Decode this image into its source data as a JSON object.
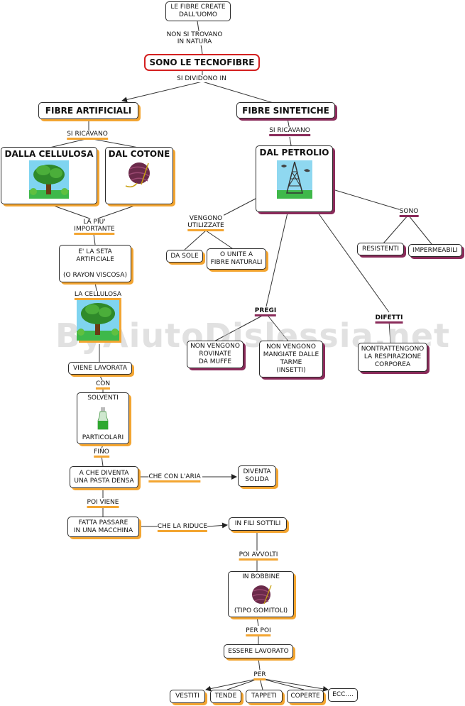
{
  "watermark": "ByAiutoDislessia.net",
  "nodes": {
    "fibre_create": [
      "LE FIBRE CREATE",
      "DALL'UOMO"
    ],
    "tecnofibre": "SONO LE TECNOFIBRE",
    "artificiali": "FIBRE ARTIFICIALI",
    "sintetiche": "FIBRE SINTETICHE",
    "cellulosa": "DALLA CELLULOSA",
    "cotone": "DAL COTONE",
    "petrolio": "DAL PETROLIO",
    "seta": [
      "E' LA SETA",
      "ARTIFICIALE",
      "",
      "(O RAYON VISCOSA)"
    ],
    "da_sole": "DA SOLE",
    "unite": [
      "O UNITE A",
      "FIBRE NATURALI"
    ],
    "resistenti": "RESISTENTI",
    "impermeabili": "IMPERMEABILI",
    "muffe": [
      "NON VENGONO",
      "ROVINATE",
      "DA MUFFE"
    ],
    "tarme": [
      "NON VENGONO",
      "MANGIATE DALLE",
      "TARME",
      "(INSETTI)"
    ],
    "respirazione": [
      "NONTRATTENGONO",
      "LA RESPIRAZIONE",
      "CORPOREA"
    ],
    "viene_lavorata": "VIENE LAVORATA",
    "solventi": "SOLVENTI",
    "particolari": "PARTICOLARI",
    "pasta_densa": [
      "A CHE DIVENTA",
      "UNA PASTA DENSA"
    ],
    "solida": [
      "DIVENTA",
      "SOLIDA"
    ],
    "macchina": [
      "FATTA PASSARE",
      "IN UNA MACCHINA"
    ],
    "fili": "IN FILI SOTTILI",
    "bobbine": "IN BOBBINE",
    "gomitoli": "(TIPO GOMITOLI)",
    "essere_lavorato": "ESSERE LAVORATO",
    "vestiti": "VESTITI",
    "tende": "TENDE",
    "tappeti": "TAPPETI",
    "coperte": "COPERTE",
    "ecc": "ECC...."
  },
  "links": {
    "non_si_trovano": [
      "NON SI TROVANO",
      "IN NATURA"
    ],
    "si_dividono": "SI DIVIDONO IN",
    "si_ricavano_a": "SI RICAVANO",
    "si_ricavano_s": "SI RICAVANO",
    "piu_importante": [
      "LA PIU'",
      "IMPORTANTE"
    ],
    "vengono": [
      "VENGONO",
      "UTILIZZATE"
    ],
    "sono": "SONO",
    "pregi": "PREGI",
    "difetti": "DIFETTI",
    "la_cellulosa": "LA CELLULOSA",
    "con": "CON",
    "fino": "FINO",
    "che_con_aria": "CHE CON L'ARIA",
    "poi_viene": "POI VIENE",
    "che_la_riduce": "CHE LA RIDUCE",
    "poi_avvolti": "POI AVVOLTI",
    "per_poi": "PER POI",
    "per": "PER"
  },
  "colors": {
    "accent_orange": "#f3a531",
    "accent_purple": "#8a2b5a",
    "root_border": "#d42020"
  },
  "icons": [
    "tree-icon",
    "yarn-ball-icon",
    "oil-derrick-icon",
    "solvent-bottle-icon"
  ]
}
